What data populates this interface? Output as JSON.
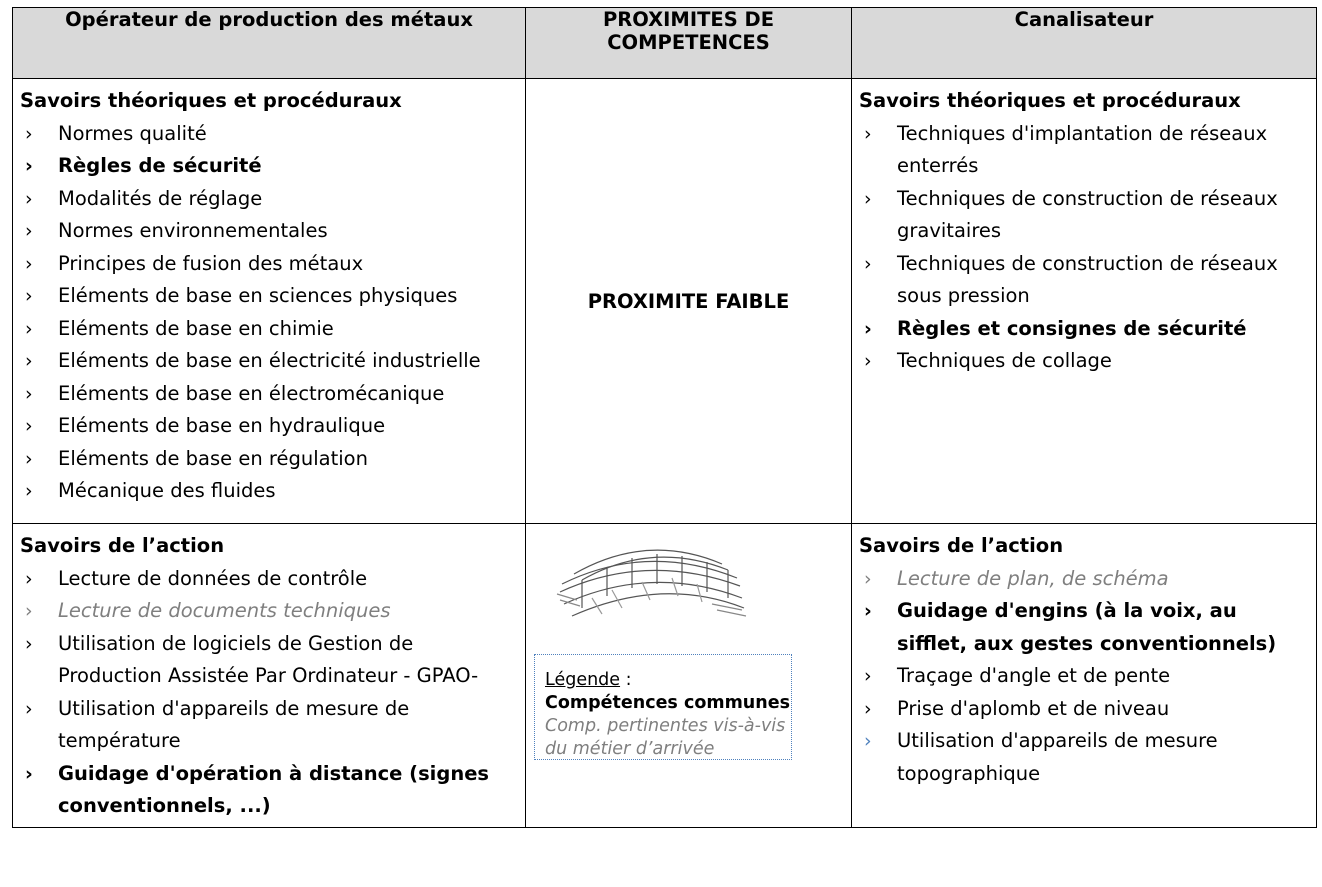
{
  "headers": {
    "left": "Opérateur de production des métaux",
    "middle": "PROXIMITES DE COMPETENCES",
    "right": "Canalisateur"
  },
  "row1": {
    "left_title": "Savoirs théoriques et procéduraux",
    "left_items": [
      {
        "text": "Normes qualité",
        "style": "normal"
      },
      {
        "text": "Règles de sécurité",
        "style": "bold"
      },
      {
        "text": "Modalités de réglage",
        "style": "normal"
      },
      {
        "text": "Normes environnementales",
        "style": "normal"
      },
      {
        "text": "Principes de fusion des métaux",
        "style": "normal"
      },
      {
        "text": "Eléments de base en sciences physiques",
        "style": "normal"
      },
      {
        "text": "Eléments de base en chimie",
        "style": "normal"
      },
      {
        "text": "Eléments de base en électricité industrielle",
        "style": "normal"
      },
      {
        "text": "Eléments de base en électromécanique",
        "style": "normal"
      },
      {
        "text": "Eléments de base en hydraulique",
        "style": "normal"
      },
      {
        "text": "Eléments de base en régulation",
        "style": "normal"
      },
      {
        "text": "Mécanique des fluides",
        "style": "normal"
      }
    ],
    "middle_text": "PROXIMITE FAIBLE",
    "right_title": "Savoirs théoriques et procéduraux",
    "right_items": [
      {
        "text": "Techniques d'implantation de réseaux enterrés",
        "style": "normal"
      },
      {
        "text": "Techniques de construction de réseaux gravitaires",
        "style": "normal"
      },
      {
        "text": "Techniques de construction de réseaux sous pression",
        "style": "normal"
      },
      {
        "text": "Règles et consignes de sécurité",
        "style": "bold"
      },
      {
        "text": "Techniques de collage",
        "style": "normal"
      }
    ]
  },
  "row2": {
    "left_title": "Savoirs de l’action",
    "left_items": [
      {
        "text": "Lecture de données de contrôle",
        "style": "normal"
      },
      {
        "text": "Lecture de documents techniques",
        "style": "pertinent"
      },
      {
        "text": "Utilisation de logiciels de Gestion de Production Assistée Par Ordinateur - GPAO-",
        "style": "normal"
      },
      {
        "text": "Utilisation d'appareils de mesure de température",
        "style": "normal"
      },
      {
        "text": "Guidage d'opération à distance (signes conventionnels, ...)",
        "style": "bold"
      }
    ],
    "legend": {
      "title": "Légende",
      "separator": " :",
      "common": "Compétences communes",
      "pertinent": "Comp. pertinentes vis-à-vis du métier d’arrivée"
    },
    "right_title": "Savoirs de l’action",
    "right_items": [
      {
        "text": "Lecture de plan, de schéma",
        "style": "pertinent"
      },
      {
        "text": "Guidage d'engins (à la voix, au sifflet, aux gestes conventionnels)",
        "style": "bold"
      },
      {
        "text": "Traçage d'angle et de pente",
        "style": "normal"
      },
      {
        "text": "Prise d'aplomb et de niveau",
        "style": "normal"
      },
      {
        "text": "Utilisation d'appareils de mesure topographique",
        "style": "normal-bluebullet"
      }
    ]
  },
  "bullet": "›",
  "colors": {
    "header_bg": "#d9d9d9",
    "pertinent_text": "#7f7f7f",
    "legend_border": "#4f81bd"
  },
  "icons": {
    "bridge": "bridge-illustration"
  }
}
